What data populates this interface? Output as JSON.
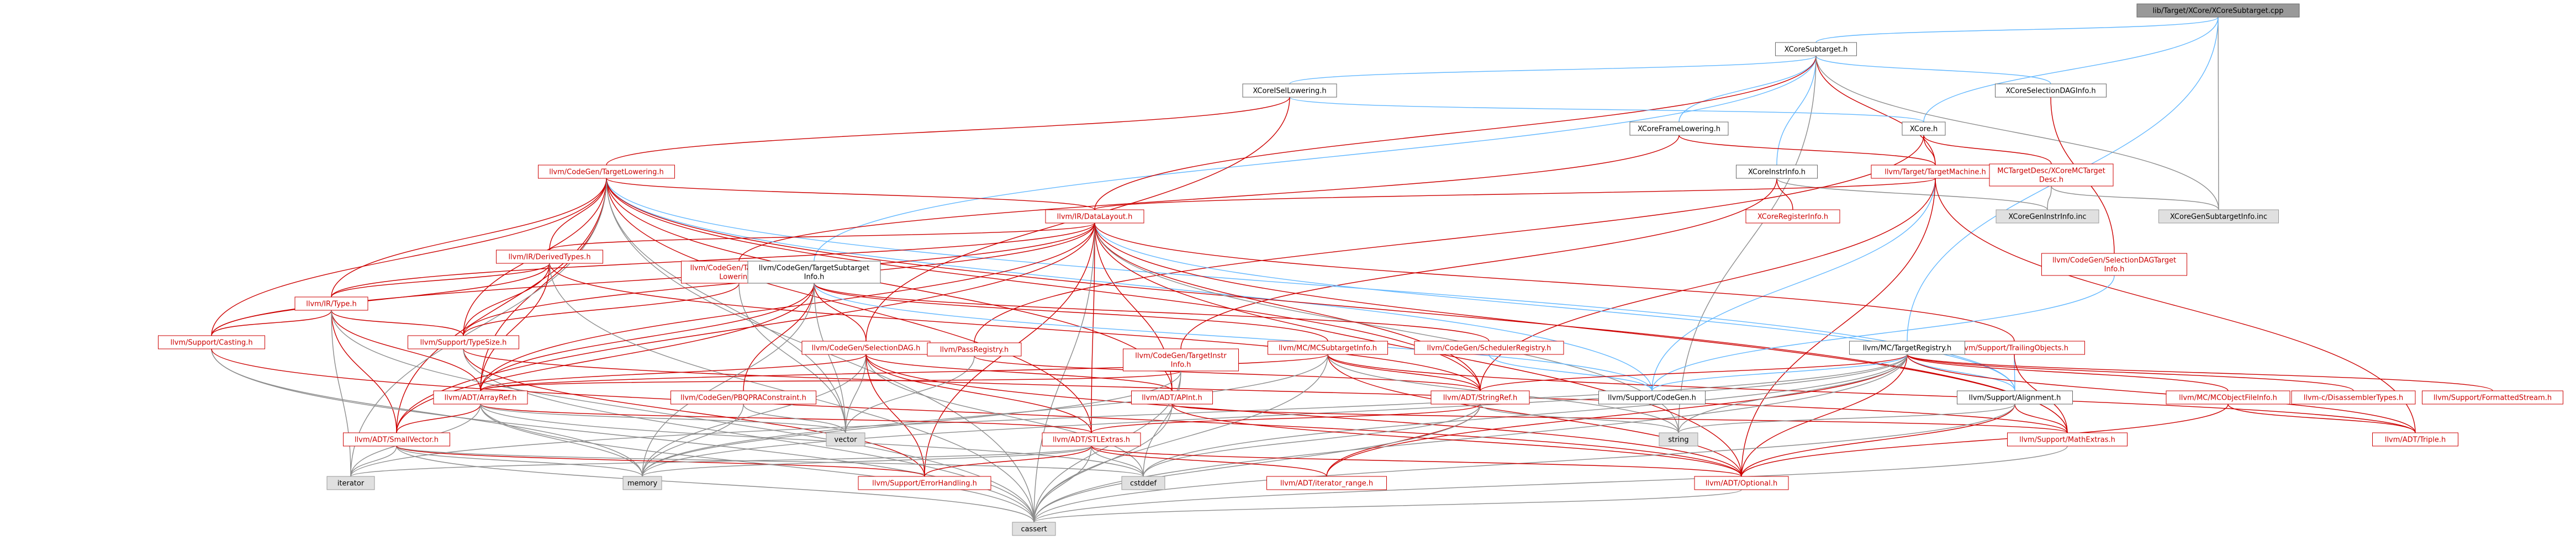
{
  "graph": {
    "nodes": [
      {
        "id": "root",
        "kind": "root",
        "lines": [
          "lib/Target/XCore/XCoreSubtarget.cpp"
        ]
      },
      {
        "id": "subtarget",
        "kind": "white",
        "lines": [
          "XCoreSubtarget.h"
        ]
      },
      {
        "id": "isellowering",
        "kind": "white",
        "lines": [
          "XCoreISelLowering.h"
        ]
      },
      {
        "id": "seldaginfo",
        "kind": "white",
        "lines": [
          "XCoreSelectionDAGInfo.h"
        ]
      },
      {
        "id": "framelowering",
        "kind": "white",
        "lines": [
          "XCoreFrameLowering.h"
        ]
      },
      {
        "id": "xcore",
        "kind": "white",
        "lines": [
          "XCore.h"
        ]
      },
      {
        "id": "instrinfo",
        "kind": "white",
        "lines": [
          "XCoreInstrInfo.h"
        ]
      },
      {
        "id": "tli",
        "kind": "red",
        "lines": [
          "llvm/CodeGen/TargetLowering.h"
        ]
      },
      {
        "id": "targetmachine",
        "kind": "red",
        "lines": [
          "llvm/Target/TargetMachine.h"
        ]
      },
      {
        "id": "mctargetdesc",
        "kind": "red",
        "lines": [
          "MCTargetDesc/XCoreMCTarget",
          "Desc.h"
        ]
      },
      {
        "id": "reginfo",
        "kind": "red",
        "lines": [
          "XCoreRegisterInfo.h"
        ]
      },
      {
        "id": "geninstrinfo",
        "kind": "gray",
        "lines": [
          "XCoreGenInstrInfo.inc"
        ]
      },
      {
        "id": "gensubtarget",
        "kind": "gray",
        "lines": [
          "XCoreGenSubtargetInfo.inc"
        ]
      },
      {
        "id": "datalayout",
        "kind": "red",
        "lines": [
          "llvm/IR/DataLayout.h"
        ]
      },
      {
        "id": "seldagtarget",
        "kind": "red",
        "lines": [
          "llvm/CodeGen/SelectionDAGTarget",
          "Info.h"
        ]
      },
      {
        "id": "derivedtypes",
        "kind": "red",
        "lines": [
          "llvm/IR/DerivedTypes.h"
        ]
      },
      {
        "id": "tfl",
        "kind": "red",
        "lines": [
          "llvm/CodeGen/TargetFrame",
          "Lowering.h"
        ]
      },
      {
        "id": "tsi",
        "kind": "white",
        "lines": [
          "llvm/CodeGen/TargetSubtarget",
          "Info.h"
        ]
      },
      {
        "id": "type",
        "kind": "red",
        "lines": [
          "llvm/IR/Type.h"
        ]
      },
      {
        "id": "casting",
        "kind": "red",
        "lines": [
          "llvm/Support/Casting.h"
        ]
      },
      {
        "id": "typesize",
        "kind": "red",
        "lines": [
          "llvm/Support/TypeSize.h"
        ]
      },
      {
        "id": "seldag",
        "kind": "red",
        "lines": [
          "llvm/CodeGen/SelectionDAG.h"
        ]
      },
      {
        "id": "passregistry",
        "kind": "red",
        "lines": [
          "llvm/PassRegistry.h"
        ]
      },
      {
        "id": "tii",
        "kind": "red",
        "lines": [
          "llvm/CodeGen/TargetInstr",
          "Info.h"
        ]
      },
      {
        "id": "mcsubtarget",
        "kind": "red",
        "lines": [
          "llvm/MC/MCSubtargetInfo.h"
        ]
      },
      {
        "id": "schedreg",
        "kind": "red",
        "lines": [
          "llvm/CodeGen/SchedulerRegistry.h"
        ]
      },
      {
        "id": "trailing",
        "kind": "red",
        "lines": [
          "llvm/Support/TrailingObjects.h"
        ]
      },
      {
        "id": "mctargetreg",
        "kind": "white",
        "lines": [
          "llvm/MC/TargetRegistry.h"
        ]
      },
      {
        "id": "arrayref",
        "kind": "red",
        "lines": [
          "llvm/ADT/ArrayRef.h"
        ]
      },
      {
        "id": "pbqp",
        "kind": "red",
        "lines": [
          "llvm/CodeGen/PBQPRAConstraint.h"
        ]
      },
      {
        "id": "apint",
        "kind": "red",
        "lines": [
          "llvm/ADT/APInt.h"
        ]
      },
      {
        "id": "stringref",
        "kind": "red",
        "lines": [
          "llvm/ADT/StringRef.h"
        ]
      },
      {
        "id": "codegen",
        "kind": "white",
        "lines": [
          "llvm/Support/CodeGen.h"
        ]
      },
      {
        "id": "alignment",
        "kind": "white",
        "lines": [
          "llvm/Support/Alignment.h"
        ]
      },
      {
        "id": "mcobjfile",
        "kind": "red",
        "lines": [
          "llvm/MC/MCObjectFileInfo.h"
        ]
      },
      {
        "id": "disasm",
        "kind": "red",
        "lines": [
          "llvm-c/DisassemblerTypes.h"
        ]
      },
      {
        "id": "fmtstream",
        "kind": "red",
        "lines": [
          "llvm/Support/FormattedStream.h"
        ]
      },
      {
        "id": "smallvector",
        "kind": "red",
        "lines": [
          "llvm/ADT/SmallVector.h"
        ]
      },
      {
        "id": "vector",
        "kind": "gray",
        "lines": [
          "vector"
        ]
      },
      {
        "id": "stlextras",
        "kind": "red",
        "lines": [
          "llvm/ADT/STLExtras.h"
        ]
      },
      {
        "id": "string",
        "kind": "gray",
        "lines": [
          "string"
        ]
      },
      {
        "id": "mathextras",
        "kind": "red",
        "lines": [
          "llvm/Support/MathExtras.h"
        ]
      },
      {
        "id": "triple",
        "kind": "red",
        "lines": [
          "llvm/ADT/Triple.h"
        ]
      },
      {
        "id": "iterator",
        "kind": "gray",
        "lines": [
          "iterator"
        ]
      },
      {
        "id": "memory",
        "kind": "gray",
        "lines": [
          "memory"
        ]
      },
      {
        "id": "errorhandling",
        "kind": "red",
        "lines": [
          "llvm/Support/ErrorHandling.h"
        ]
      },
      {
        "id": "cstddef",
        "kind": "gray",
        "lines": [
          "cstddef"
        ]
      },
      {
        "id": "iterrange",
        "kind": "red",
        "lines": [
          "llvm/ADT/iterator_range.h"
        ]
      },
      {
        "id": "optional",
        "kind": "red",
        "lines": [
          "llvm/ADT/Optional.h"
        ]
      },
      {
        "id": "cassert",
        "kind": "gray",
        "lines": [
          "cassert"
        ]
      }
    ],
    "edges": [
      [
        "root",
        "subtarget"
      ],
      [
        "root",
        "xcore"
      ],
      [
        "root",
        "gensubtarget"
      ],
      [
        "root",
        "mctargetreg"
      ],
      [
        "subtarget",
        "isellowering"
      ],
      [
        "subtarget",
        "seldaginfo"
      ],
      [
        "subtarget",
        "framelowering"
      ],
      [
        "subtarget",
        "instrinfo"
      ],
      [
        "subtarget",
        "tsi"
      ],
      [
        "subtarget",
        "datalayout"
      ],
      [
        "subtarget",
        "targetmachine"
      ],
      [
        "subtarget",
        "gensubtarget"
      ],
      [
        "subtarget",
        "string"
      ],
      [
        "isellowering",
        "xcore"
      ],
      [
        "isellowering",
        "tli"
      ],
      [
        "isellowering",
        "seldag"
      ],
      [
        "seldaginfo",
        "seldagtarget"
      ],
      [
        "framelowering",
        "tfl"
      ],
      [
        "framelowering",
        "targetmachine"
      ],
      [
        "xcore",
        "mctargetdesc"
      ],
      [
        "xcore",
        "targetmachine"
      ],
      [
        "xcore",
        "passregistry"
      ],
      [
        "mctargetdesc",
        "geninstrinfo"
      ],
      [
        "mctargetdesc",
        "gensubtarget"
      ],
      [
        "instrinfo",
        "reginfo"
      ],
      [
        "instrinfo",
        "tii"
      ],
      [
        "instrinfo",
        "geninstrinfo"
      ],
      [
        "targetmachine",
        "datalayout"
      ],
      [
        "targetmachine",
        "stringref"
      ],
      [
        "targetmachine",
        "codegen"
      ],
      [
        "targetmachine",
        "triple"
      ],
      [
        "targetmachine",
        "optional"
      ],
      [
        "tli",
        "derivedtypes"
      ],
      [
        "tli",
        "datalayout"
      ],
      [
        "tli",
        "type"
      ],
      [
        "tli",
        "casting"
      ],
      [
        "tli",
        "typesize"
      ],
      [
        "tli",
        "arrayref"
      ],
      [
        "tli",
        "smallvector"
      ],
      [
        "tli",
        "stlextras"
      ],
      [
        "tli",
        "stringref"
      ],
      [
        "tli",
        "apint"
      ],
      [
        "tli",
        "vector"
      ],
      [
        "tli",
        "iterator"
      ],
      [
        "tli",
        "cassert"
      ],
      [
        "tli",
        "codegen"
      ],
      [
        "tli",
        "alignment"
      ],
      [
        "tli",
        "mathextras"
      ],
      [
        "datalayout",
        "derivedtypes"
      ],
      [
        "datalayout",
        "type"
      ],
      [
        "datalayout",
        "typesize"
      ],
      [
        "datalayout",
        "arrayref"
      ],
      [
        "datalayout",
        "stringref"
      ],
      [
        "datalayout",
        "apint"
      ],
      [
        "datalayout",
        "smallvector"
      ],
      [
        "datalayout",
        "stlextras"
      ],
      [
        "datalayout",
        "string"
      ],
      [
        "datalayout",
        "trailing"
      ],
      [
        "datalayout",
        "alignment"
      ],
      [
        "datalayout",
        "mathextras"
      ],
      [
        "datalayout",
        "casting"
      ],
      [
        "datalayout",
        "errorhandling"
      ],
      [
        "datalayout",
        "cassert"
      ],
      [
        "datalayout",
        "optional"
      ],
      [
        "derivedtypes",
        "type"
      ],
      [
        "derivedtypes",
        "arrayref"
      ],
      [
        "derivedtypes",
        "casting"
      ],
      [
        "derivedtypes",
        "typesize"
      ],
      [
        "derivedtypes",
        "stringref"
      ],
      [
        "derivedtypes",
        "cassert"
      ],
      [
        "type",
        "casting"
      ],
      [
        "type",
        "typesize"
      ],
      [
        "type",
        "arrayref"
      ],
      [
        "type",
        "smallvector"
      ],
      [
        "type",
        "iterator"
      ],
      [
        "type",
        "cassert"
      ],
      [
        "casting",
        "memory"
      ],
      [
        "casting",
        "cassert"
      ],
      [
        "casting",
        "optional"
      ],
      [
        "typesize",
        "mathextras"
      ],
      [
        "typesize",
        "errorhandling"
      ],
      [
        "typesize",
        "cassert"
      ],
      [
        "tfl",
        "typesize"
      ],
      [
        "tfl",
        "vector"
      ],
      [
        "tsi",
        "arrayref"
      ],
      [
        "tsi",
        "smallvector"
      ],
      [
        "tsi",
        "pbqp"
      ],
      [
        "tsi",
        "schedreg"
      ],
      [
        "tsi",
        "seldag"
      ],
      [
        "tsi",
        "mcsubtarget"
      ],
      [
        "tsi",
        "codegen"
      ],
      [
        "tsi",
        "memory"
      ],
      [
        "tsi",
        "vector"
      ],
      [
        "seldag",
        "arrayref"
      ],
      [
        "seldag",
        "apint"
      ],
      [
        "seldag",
        "stlextras"
      ],
      [
        "seldag",
        "vector"
      ],
      [
        "seldag",
        "memory"
      ],
      [
        "seldag",
        "cstddef"
      ],
      [
        "seldag",
        "optional"
      ],
      [
        "seldag",
        "errorhandling"
      ],
      [
        "passregistry",
        "stringref"
      ],
      [
        "passregistry",
        "vector"
      ],
      [
        "tii",
        "arrayref"
      ],
      [
        "tii",
        "memory"
      ],
      [
        "tii",
        "cstddef"
      ],
      [
        "tii",
        "cassert"
      ],
      [
        "mcsubtarget",
        "arrayref"
      ],
      [
        "mcsubtarget",
        "stringref"
      ],
      [
        "mcsubtarget",
        "triple"
      ],
      [
        "mcsubtarget",
        "string"
      ],
      [
        "mcsubtarget",
        "cassert"
      ],
      [
        "mcsubtarget",
        "optional"
      ],
      [
        "mcsubtarget",
        "memory"
      ],
      [
        "schedreg",
        "codegen"
      ],
      [
        "seldagtarget",
        "codegen"
      ],
      [
        "trailing",
        "alignment"
      ],
      [
        "trailing",
        "mathextras"
      ],
      [
        "mctargetreg",
        "stringref"
      ],
      [
        "mctargetreg",
        "codegen"
      ],
      [
        "mctargetreg",
        "alignment"
      ],
      [
        "mctargetreg",
        "mcobjfile"
      ],
      [
        "mctargetreg",
        "disasm"
      ],
      [
        "mctargetreg",
        "fmtstream"
      ],
      [
        "mctargetreg",
        "triple"
      ],
      [
        "mctargetreg",
        "iterrange"
      ],
      [
        "mctargetreg",
        "optional"
      ],
      [
        "mctargetreg",
        "string"
      ],
      [
        "mctargetreg",
        "cassert"
      ],
      [
        "mctargetreg",
        "memory"
      ],
      [
        "mctargetreg",
        "iterator"
      ],
      [
        "mctargetreg",
        "cstddef"
      ],
      [
        "mcobjfile",
        "triple"
      ],
      [
        "mcobjfile",
        "optional"
      ],
      [
        "arrayref",
        "smallvector"
      ],
      [
        "arrayref",
        "stlextras"
      ],
      [
        "arrayref",
        "iterator"
      ],
      [
        "arrayref",
        "memory"
      ],
      [
        "arrayref",
        "vector"
      ],
      [
        "arrayref",
        "cassert"
      ],
      [
        "arrayref",
        "cstddef"
      ],
      [
        "pbqp",
        "memory"
      ],
      [
        "pbqp",
        "vector"
      ],
      [
        "apint",
        "mathextras"
      ],
      [
        "apint",
        "cassert"
      ],
      [
        "apint",
        "optional"
      ],
      [
        "stringref",
        "stlextras"
      ],
      [
        "stringref",
        "iterrange"
      ],
      [
        "stringref",
        "string"
      ],
      [
        "stringref",
        "cassert"
      ],
      [
        "stringref",
        "cstddef"
      ],
      [
        "alignment",
        "mathextras"
      ],
      [
        "alignment",
        "string"
      ],
      [
        "alignment",
        "optional"
      ],
      [
        "alignment",
        "cassert"
      ],
      [
        "smallvector",
        "iterator"
      ],
      [
        "smallvector",
        "memory"
      ],
      [
        "smallvector",
        "cassert"
      ],
      [
        "smallvector",
        "cstddef"
      ],
      [
        "smallvector",
        "errorhandling"
      ],
      [
        "stlextras",
        "iterrange"
      ],
      [
        "stlextras",
        "errorhandling"
      ],
      [
        "stlextras",
        "iterator"
      ],
      [
        "stlextras",
        "memory"
      ],
      [
        "stlextras",
        "cassert"
      ],
      [
        "stlextras",
        "cstddef"
      ],
      [
        "stlextras",
        "optional"
      ],
      [
        "mathextras",
        "cassert"
      ],
      [
        "optional",
        "cassert"
      ]
    ]
  }
}
